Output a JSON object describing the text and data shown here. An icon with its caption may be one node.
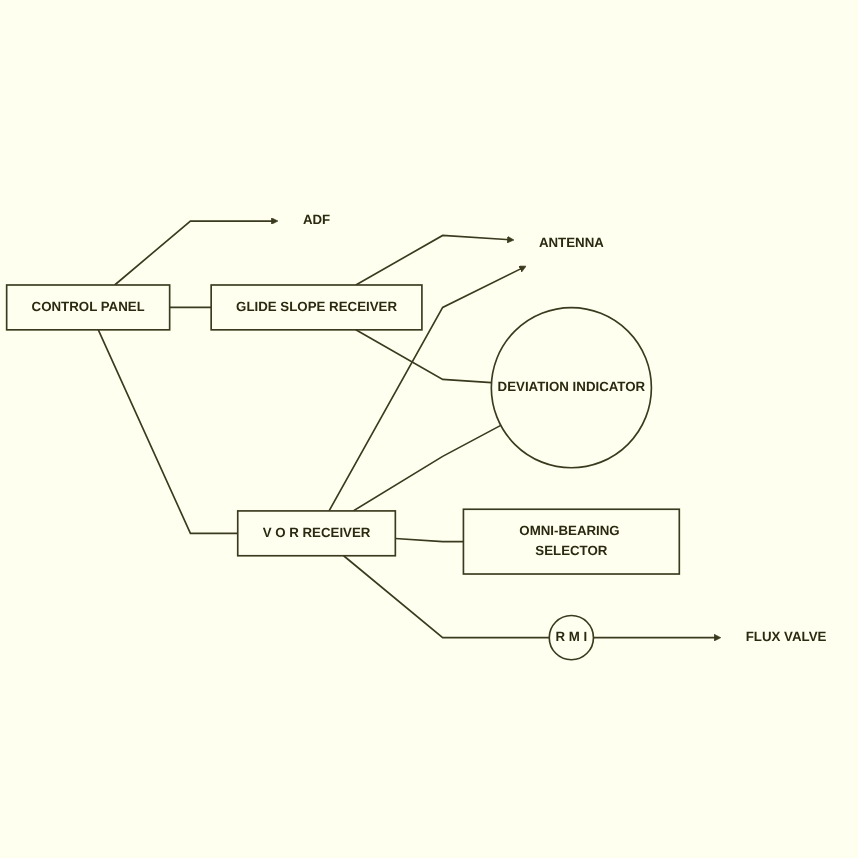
{
  "diagram": {
    "nodes": [
      {
        "text": [
          "ANTENNA"
        ]
      },
      {
        "text": [
          "CONTROL PANEL"
        ]
      },
      {
        "text": [
          "ADF"
        ]
      },
      {
        "text": [
          "GLIDE SLOPE RECEIVER"
        ]
      },
      {
        "text": [
          "DEVIATION INDICATOR"
        ]
      },
      {
        "text": [
          "V O R RECEIVER"
        ]
      },
      {
        "text": [
          "OMNI-BEARING SELECTOR"
        ]
      },
      {
        "text": [
          "R M I"
        ]
      },
      {
        "text": [
          "FLUX VALVE"
        ]
      }
    ],
    "edges": [
      {
        "from": 3,
        "to": 0,
        "arrow": "to"
      },
      {
        "from": 5,
        "to": 0,
        "arrow": "to"
      },
      {
        "from": 1,
        "to": 2,
        "arrow": "to"
      },
      {
        "from": 1,
        "to": 3,
        "arrow": "none"
      },
      {
        "from": 1,
        "to": 5,
        "arrow": "none"
      },
      {
        "from": 3,
        "to": 4,
        "arrow": "none"
      },
      {
        "from": 5,
        "to": 4,
        "arrow": "none"
      },
      {
        "from": 5,
        "to": 6,
        "arrow": "none"
      },
      {
        "from": 5,
        "to": 7,
        "arrow": "none"
      },
      {
        "from": 7,
        "to": 8,
        "arrow": "to"
      }
    ]
  }
}
